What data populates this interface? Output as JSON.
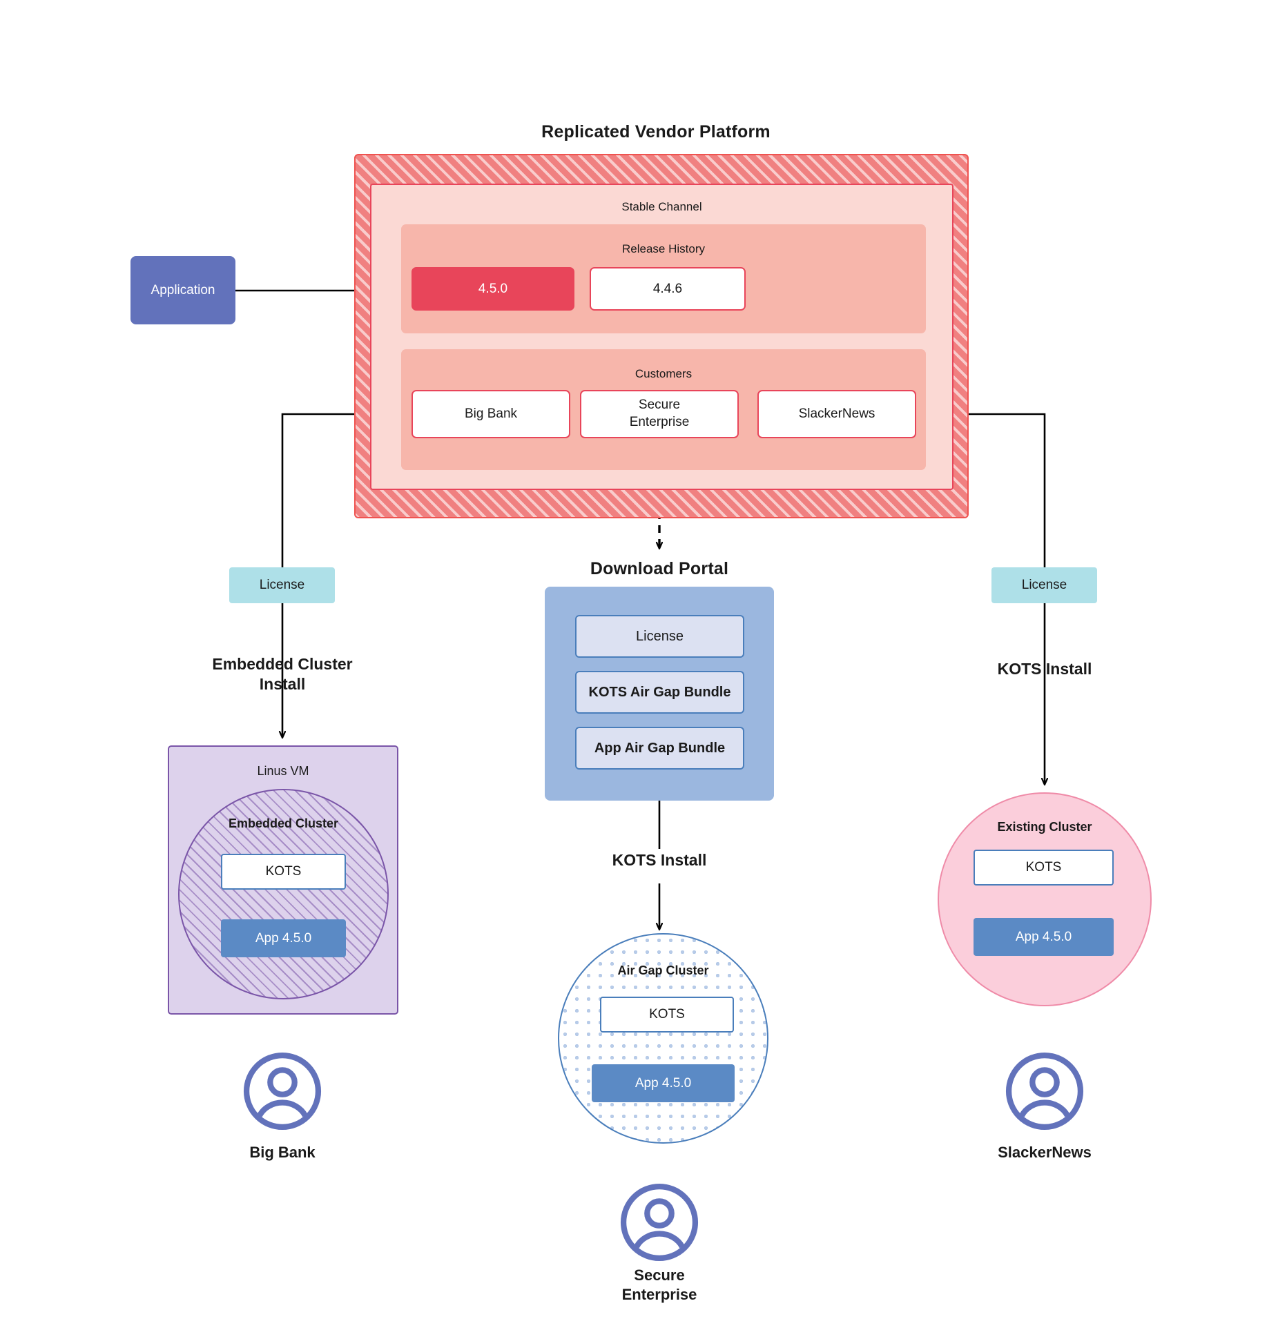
{
  "diagram": {
    "title": "Replicated Vendor Platform",
    "vendor_platform": {
      "channel_label": "Stable Channel",
      "release_history": {
        "label": "Release History",
        "releases": [
          {
            "version": "4.5.0",
            "state": "active"
          },
          {
            "version": "4.4.6",
            "state": "inactive"
          }
        ]
      },
      "customers": {
        "label": "Customers",
        "items": [
          {
            "name": "Big Bank"
          },
          {
            "name": "Secure\nEnterprise"
          },
          {
            "name": "SlackerNews"
          }
        ]
      }
    },
    "application_node": {
      "label": "Application"
    },
    "download_portal": {
      "title": "Download  Portal",
      "items": [
        {
          "label": "License"
        },
        {
          "label": "KOTS Air Gap Bundle"
        },
        {
          "label": "App Air Gap Bundle"
        }
      ]
    },
    "branches": {
      "left": {
        "license_label": "License",
        "install_label": "Embedded Cluster\nInstall",
        "vm_title": "Linus VM",
        "cluster_title": "Embedded Cluster",
        "kots_label": "KOTS",
        "app_label": "App 4.5.0",
        "persona_name": "Big Bank"
      },
      "center": {
        "install_label": "KOTS Install",
        "cluster_title": "Air Gap Cluster",
        "kots_label": "KOTS",
        "app_label": "App 4.5.0",
        "persona_name": "Secure\nEnterprise"
      },
      "right": {
        "license_label": "License",
        "install_label": "KOTS Install",
        "cluster_title": "Existing Cluster",
        "kots_label": "KOTS",
        "app_label": "App 4.5.0",
        "persona_name": "SlackerNews"
      }
    },
    "colors": {
      "platform_hatch": "#f08080",
      "platform_border": "#ef5350",
      "channel_fill": "#fbd9d4",
      "sub_fill": "#f7b6ab",
      "release_active": "#e8455a",
      "application": "#6272bb",
      "license": "#aee0e8",
      "portal": "#9bb7df",
      "portal_item": "#dce1f2",
      "portal_border": "#4a7ebb",
      "vm_fill": "#ddd2ec",
      "vm_border": "#7a55a8",
      "pink_circle": "#fbcedb",
      "pink_border": "#ef8ba8",
      "app_version": "#5b8ac5",
      "persona": "#6272bb"
    }
  }
}
